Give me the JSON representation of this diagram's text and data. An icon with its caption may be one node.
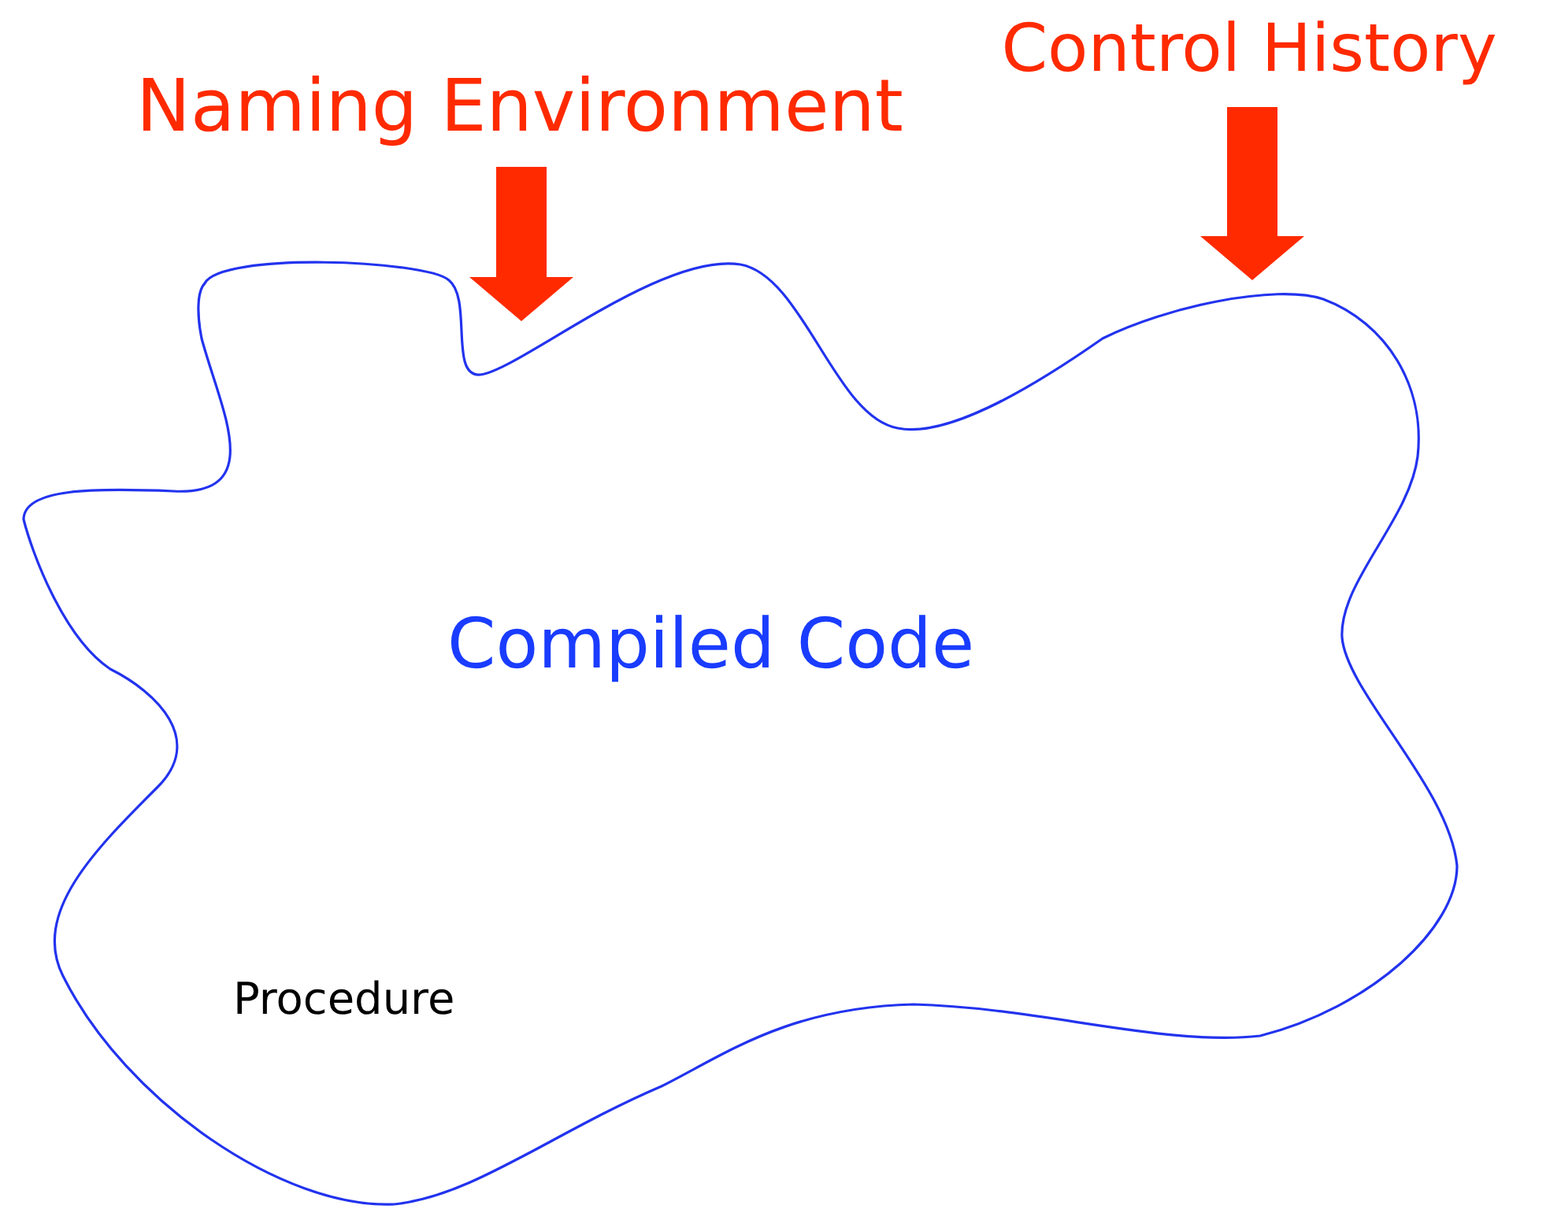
{
  "diagram": {
    "nodes": [
      {
        "text": [
          "Naming Environment"
        ]
      },
      {
        "text": [
          "Control History"
        ]
      },
      {
        "text": [
          "Compiled Code",
          "Procedure"
        ]
      }
    ],
    "edges": [
      {
        "from": 0,
        "to": 2,
        "arrow": "to",
        "color": "#ff2a00"
      },
      {
        "from": 1,
        "to": 2,
        "arrow": "to",
        "color": "#ff2a00"
      }
    ]
  }
}
